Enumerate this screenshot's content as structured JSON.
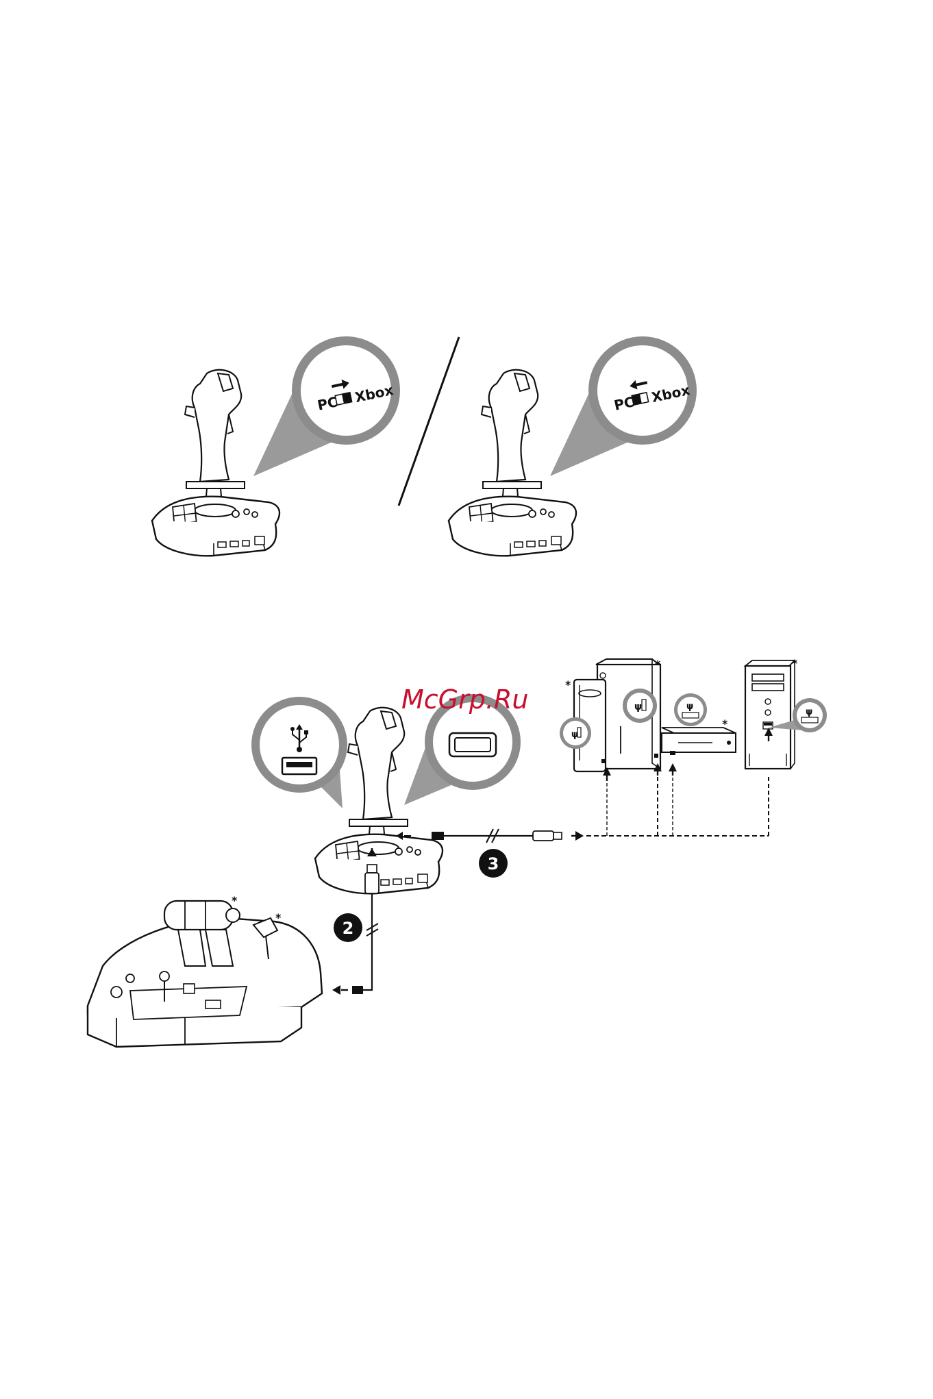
{
  "switch_figure": {
    "left_panel": {
      "label_pc": "PC",
      "label_xbox": "Xbox",
      "arrow_direction": "right"
    },
    "right_panel": {
      "label_pc": "PC",
      "label_xbox": "Xbox",
      "arrow_direction": "left"
    }
  },
  "connection_figure": {
    "watermark": "McGrp.Ru",
    "step_2": "2",
    "step_3": "3",
    "asterisk": "*",
    "usb_symbol": "ψ"
  },
  "colors": {
    "ink": "#111111",
    "callout_gray": "#8c8c8c",
    "cone_gray": "#9a9a9a",
    "watermark_red": "#c8102e",
    "paper": "#ffffff"
  }
}
